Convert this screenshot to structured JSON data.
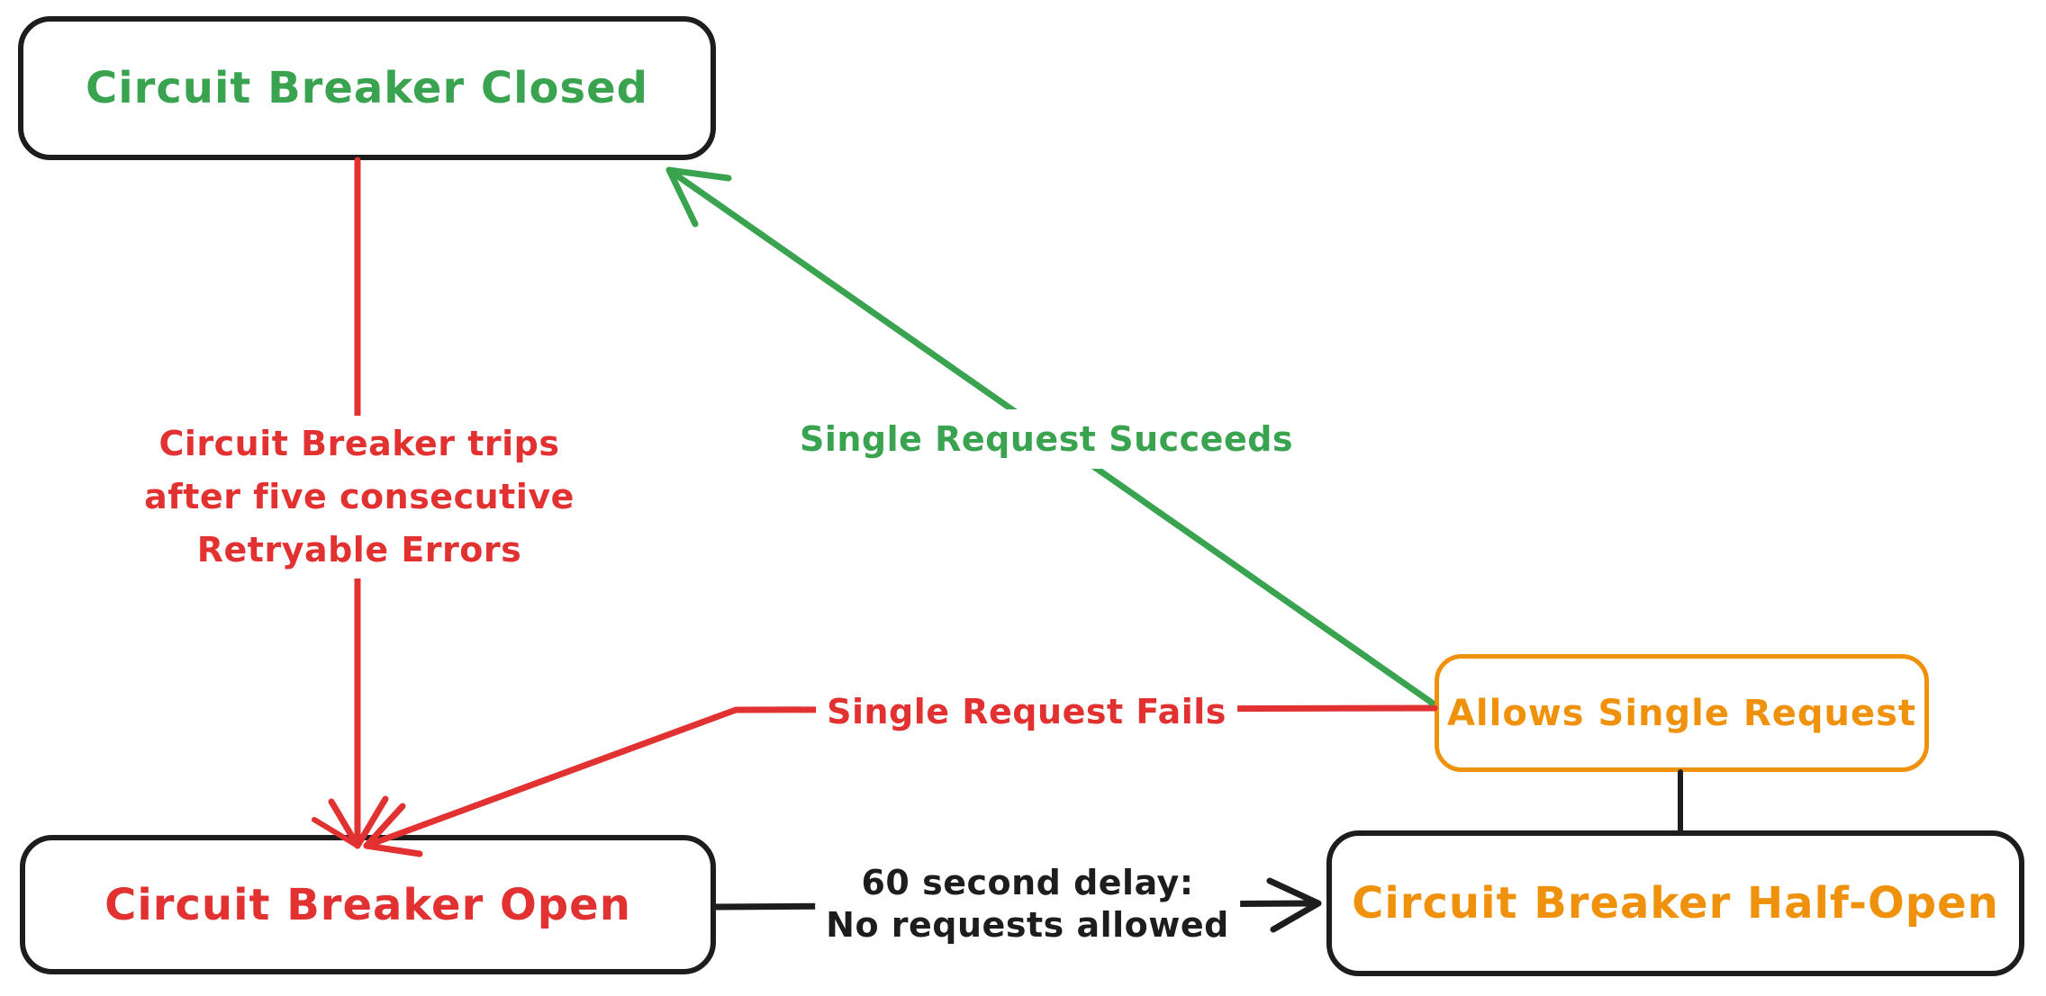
{
  "diagram_type": "state-machine",
  "colors": {
    "ink": "#1d1d1d",
    "red": "#e13131",
    "green": "#3aa34f",
    "orange": "#f0910c",
    "background": "#ffffff"
  },
  "nodes": {
    "closed": {
      "label": "Circuit Breaker Closed"
    },
    "open": {
      "label": "Circuit Breaker Open"
    },
    "allows": {
      "label": "Allows Single Request"
    },
    "half_open": {
      "label": "Circuit Breaker Half-Open"
    }
  },
  "edges": {
    "trip": {
      "from": "closed",
      "to": "open",
      "lines": [
        "Circuit Breaker trips",
        "after five consecutive",
        "Retryable Errors"
      ]
    },
    "succeeds": {
      "from": "allows",
      "to": "closed",
      "label": "Single Request Succeeds"
    },
    "fails": {
      "from": "allows",
      "to": "open",
      "label": "Single Request Fails"
    },
    "delay": {
      "from": "open",
      "to": "half_open",
      "lines": [
        "60 second delay:",
        "No requests allowed"
      ]
    },
    "probe": {
      "from": "half_open",
      "to": "allows",
      "label": ""
    }
  }
}
